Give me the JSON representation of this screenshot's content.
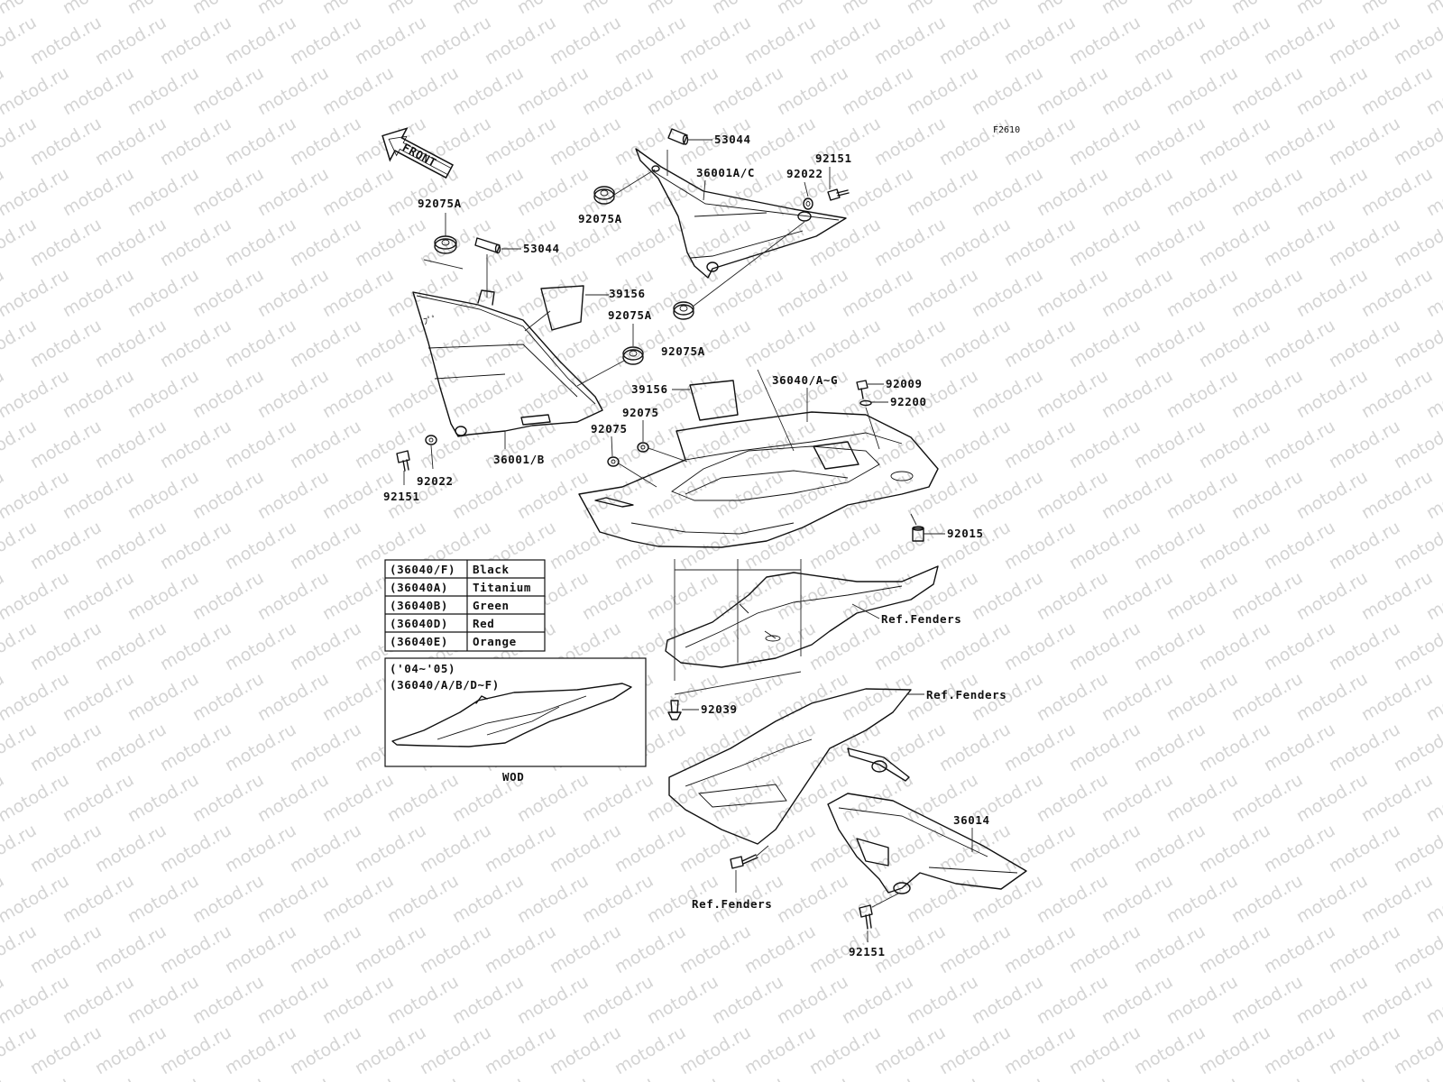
{
  "figure_code": "F2610",
  "front_arrow_label": "FRONT",
  "watermark": "motod.ru",
  "part_labels": {
    "p53044_top": "53044",
    "p36001ac": "36001A/C",
    "p92022_top": "92022",
    "p92151_top": "92151",
    "p92075a_left": "92075A",
    "p53044_left": "53044",
    "p92075a_mid": "92075A",
    "p39156_top": "39156",
    "p92075a_a": "92075A",
    "p92075a_b": "92075A",
    "p39156_mid": "39156",
    "p36040": "36040/A~G",
    "p92009": "92009",
    "p92200": "92200",
    "p92075_r": "92075",
    "p92075_l": "92075",
    "p36001b": "36001/B",
    "p92022_bot": "92022",
    "p92151_left": "92151",
    "p92015": "92015",
    "ref_fenders_1": "Ref.Fenders",
    "p92039": "92039",
    "ref_fenders_2": "Ref.Fenders",
    "p36014": "36014",
    "ref_fenders_3": "Ref.Fenders",
    "p92151_bot": "92151"
  },
  "color_table": [
    {
      "code": "(36040/F)",
      "color": "Black"
    },
    {
      "code": "(36040A)",
      "color": "Titanium"
    },
    {
      "code": "(36040B)",
      "color": "Green"
    },
    {
      "code": "(36040D)",
      "color": "Red"
    },
    {
      "code": "(36040E)",
      "color": "Orange"
    }
  ],
  "inset": {
    "years": "('04~'05)",
    "parts": "(36040/A/B/D~F)",
    "caption": "WOD"
  }
}
